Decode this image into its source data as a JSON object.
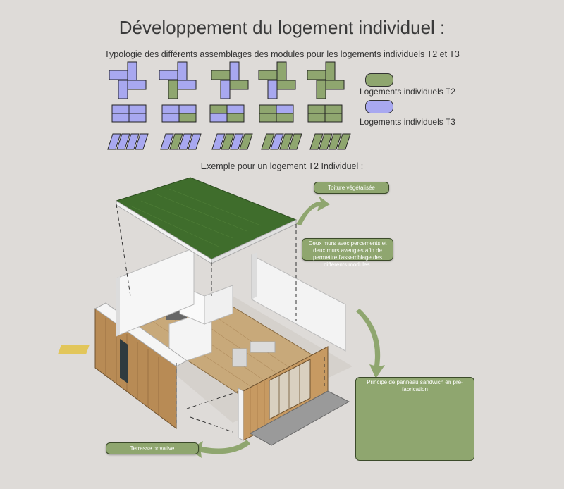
{
  "title": "Développement du logement individuel :",
  "subtitle": "Typologie des différents assemblages des modules pour les logements individuels T2 et T3",
  "legend": {
    "t2": {
      "label": "Logements individuels T2",
      "color": "#8fa66f"
    },
    "t3": {
      "label": "Logements individuels T3",
      "color": "#a8a8f0"
    }
  },
  "example_heading": "Exemple pour un logement T2 Individuel :",
  "callouts": {
    "roof": "Toiture végétalisée",
    "walls": "Deux murs avec percements et deux murs aveugles afin de permettre l'assemblage des différents modules.",
    "panel": "Principe de panneau sandwich en pré-fabrication",
    "terrace": "Terrasse privative"
  },
  "colors": {
    "background": "#dedbd8",
    "green": "#8fa66f",
    "blue": "#a8a8f0",
    "roof": "#3f6d2c"
  }
}
